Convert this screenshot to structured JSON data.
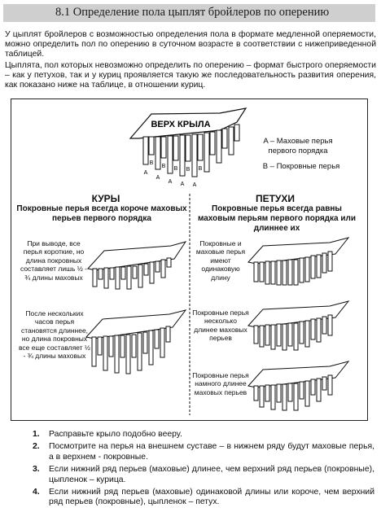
{
  "header": {
    "title": "8.1 Определение пола цыплят бройлеров по оперению"
  },
  "intro": {
    "p1": "У цыплят бройлеров с возможностью определения пола в формате медленной оперяемости, можно определить пол по оперению в суточном возрасте в соответствии с нижеприведенной таблицей.",
    "p2": "Цыплята, пол которых невозможно определить по оперению – формат быстрого оперяемости – как у петухов, так и у куриц проявляется такую же последовательность развития оперения, как показано ниже на таблице, в отношении куриц."
  },
  "diagram": {
    "wing_top_label": "ВЕРХ КРЫЛА",
    "marker_a": "A",
    "marker_b": "B",
    "legend_a": "A – Маховые перья первого порядка",
    "legend_b": "B – Покровные перья",
    "hens": {
      "title": "КУРЫ",
      "subtitle": "Покровные перья всегда короче маховых перьев первого порядка",
      "captions": [
        "При выводе, все перья короткие, но длина покровных составляет лишь ½ - ¾ длины маховых",
        "После нескольких часов перья становятся длиннее, но длина покровных все еще составляет ½ - ¾ длины маховых"
      ]
    },
    "cockerels": {
      "title": "ПЕТУХИ",
      "subtitle": "Покровные перья всегда равны маховым перьям первого порядка или длиннее их",
      "captions": [
        "Покровные и маховые перья имеют одинаковую длину",
        "Покровные перья несколько длинее маховых перьев",
        "Покровные перья намного длинее маховых перьев"
      ]
    }
  },
  "steps": [
    {
      "num": "1.",
      "text": "Расправьте крыло подобно вееру."
    },
    {
      "num": "2.",
      "text": "Посмотрите на перья на внешнем суставе – в нижнем ряду будут маховые перья, а в верхнем - покровные."
    },
    {
      "num": "3.",
      "text": "Если нижний ряд перьев (маховые) длинее, чем верхний ряд перьев (покровные), цыпленок – курица."
    },
    {
      "num": "4.",
      "text": "Если нижний ряд перьев (маховые) одинаковой длины или короче, чем верхний ряд перьев (покровные), цыпленок – петух."
    }
  ]
}
